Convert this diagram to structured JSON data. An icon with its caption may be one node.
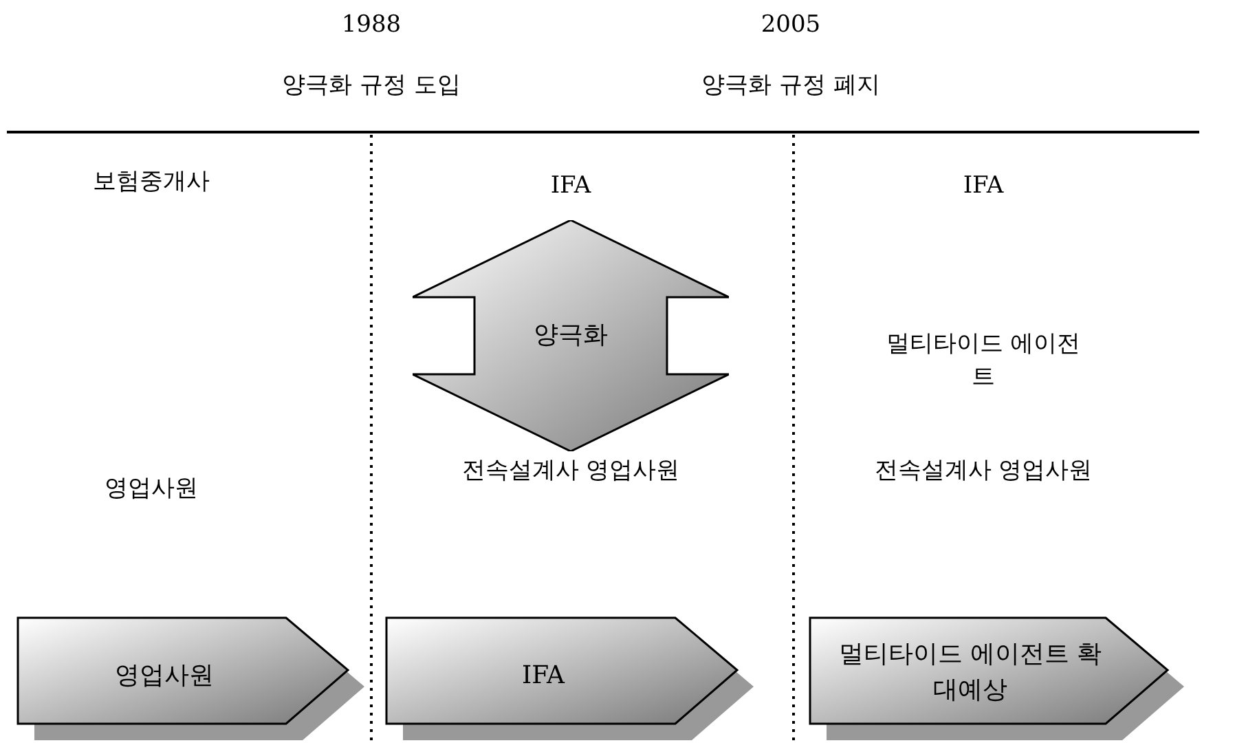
{
  "diagram": {
    "nodes": [
      {
        "text": [
          "양극화"
        ]
      },
      {
        "text": [
          "영업사원"
        ]
      },
      {
        "text": [
          "IFA"
        ]
      },
      {
        "text": [
          "멀티타이드 에이전트 확대예상"
        ]
      }
    ],
    "labels": [
      "1988",
      "2005",
      "양극화 규정 도입",
      "양극화 규정 폐지",
      "보험중개사",
      "IFA",
      "IFA",
      "멀티타이드 에이전트",
      "영업사원",
      "전속설계사 영업사원",
      "전속설계사 영업사원"
    ]
  }
}
